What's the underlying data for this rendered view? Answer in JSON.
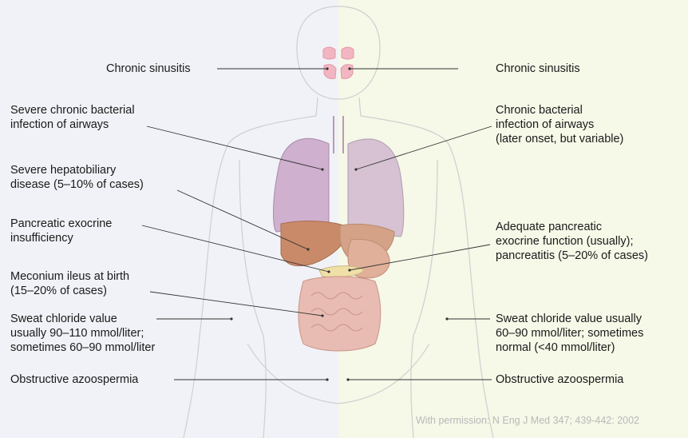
{
  "left_labels": {
    "sinusitis": [
      "Chronic sinusitis"
    ],
    "airways": [
      "Severe chronic bacterial",
      "infection of airways"
    ],
    "hepatobiliary": [
      "Severe hepatobiliary",
      "disease (5–10% of cases)"
    ],
    "pancreatic": [
      "Pancreatic exocrine",
      "insufficiency"
    ],
    "meconium": [
      "Meconium ileus at birth",
      "(15–20% of cases)"
    ],
    "sweat": [
      "Sweat chloride value",
      "usually 90–110 mmol/liter;",
      "sometimes 60–90 mmol/liter"
    ],
    "azoospermia": [
      "Obstructive azoospermia"
    ]
  },
  "right_labels": {
    "sinusitis": [
      "Chronic sinusitis"
    ],
    "airways": [
      "Chronic bacterial",
      "infection of airways",
      "(later onset, but variable)"
    ],
    "pancreatic": [
      "Adequate pancreatic",
      "exocrine function (usually);",
      "pancreatitis (5–20% of cases)"
    ],
    "sweat": [
      "Sweat chloride value usually",
      "60–90 mmol/liter; sometimes",
      "normal (<40 mmol/liter)"
    ],
    "azoospermia": [
      "Obstructive azoospermia"
    ]
  },
  "credit": "With permission: N Eng J Med 347; 439-442: 2002",
  "colors": {
    "left_background": "#f1f2f7",
    "right_background": "#f6f8e8",
    "lungs": "#c9a6c8",
    "liver": "#c98a6a",
    "stomach": "#d8a28c",
    "intestine": "#e3b2a8",
    "sinus": "#f2b6c2",
    "body_outline": "#c8c8c8",
    "leader_line": "#333333"
  }
}
